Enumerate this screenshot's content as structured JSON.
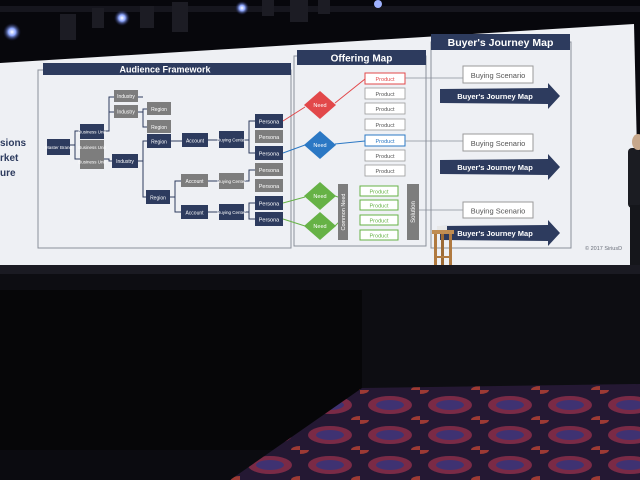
{
  "slide": {
    "left_text": [
      "sions",
      "rket",
      "ure"
    ],
    "copyright": "© 2017 SiriusD"
  },
  "audience": {
    "title": "Audience Framework",
    "master_brand": "Master Brand",
    "business_unit": "Business Unit",
    "industry": "Industry",
    "region": "Region",
    "account": "Account",
    "buying_center": "Buying Center",
    "persona": "Persona"
  },
  "offering": {
    "title": "Offering Map",
    "need": "Need",
    "product": "Product",
    "common_need": "Common Need",
    "solution": "Solution"
  },
  "journey": {
    "title": "Buyer's Journey Map",
    "scenario": "Buying Scenario",
    "map": "Buyer's Journey Map"
  },
  "colors": {
    "navy": "#2d3b5e",
    "gray_box": "#7d7d7d",
    "red": "#e2484a",
    "blue": "#2b78c4",
    "green": "#66b246",
    "screen": "#f2f3f6"
  }
}
